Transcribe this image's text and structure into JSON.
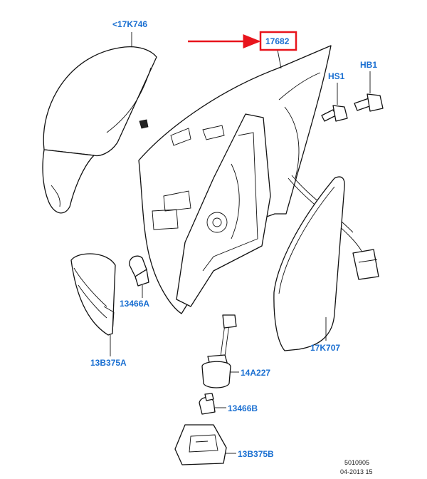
{
  "labels": {
    "cap": "<17K746",
    "housing": "17682",
    "screw_hs": "HS1",
    "bolt_hb": "HB1",
    "bulb_upper": "13466A",
    "lamp_upper": "13B375A",
    "glass": "17K707",
    "socket": "14A227",
    "bulb_lower": "13466B",
    "lamp_lower": "13B375B"
  },
  "footer": {
    "ref": "5010905",
    "date": "04-2013 15"
  },
  "colors": {
    "callout": "#1a6fd1",
    "highlight": "#e8141c",
    "line": "#111111"
  },
  "highlighted_label": "17682"
}
